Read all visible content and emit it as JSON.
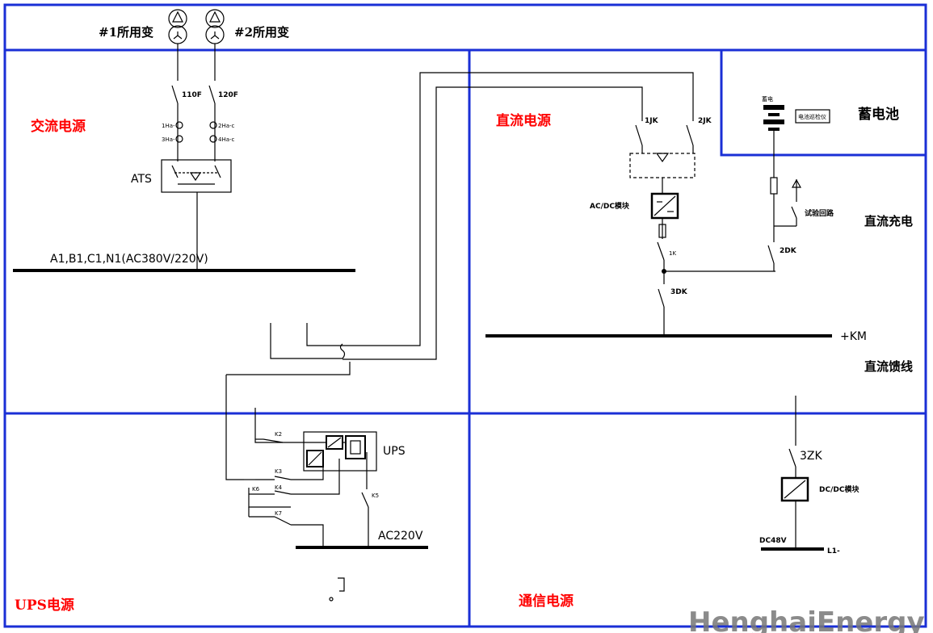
{
  "transformers": {
    "t1": "#1所用变",
    "t2": "#2所用变"
  },
  "sections": {
    "ac_power": "交流电源",
    "dc_power": "直流电源",
    "battery": "蓄电池",
    "dc_charging": "直流充电",
    "dc_feeder": "直流馈线",
    "ups_power": "UPS电源",
    "comm_power": "通信电源"
  },
  "labels": {
    "breaker_110f": "110F",
    "breaker_120f": "120F",
    "ats": "ATS",
    "ac_bus": "A1,B1,C1,N1(AC380V/220V)",
    "jk1": "1JK",
    "jk2": "2JK",
    "acdc_module": "AC/DC模块",
    "k1": "1K",
    "dk3": "3DK",
    "dk2": "2DK",
    "test_loop": "试验回路",
    "km_bus": "+KM",
    "battery_small": "蓄电",
    "battery_monitor": "电池巡检仪",
    "ups": "UPS",
    "ac220": "AC220V",
    "zk3": "3ZK",
    "dcdc_module": "DC/DC模块",
    "dc48": "DC48V",
    "l1_bus": "L1-",
    "k2": "K2",
    "k3": "K3",
    "k4": "K4",
    "k5": "K5",
    "k6": "K6",
    "k7": "K7"
  },
  "watermark": "HenghaiEnergy",
  "colors": {
    "frame": "#1a2fd6",
    "section_label": "#ff0000"
  }
}
